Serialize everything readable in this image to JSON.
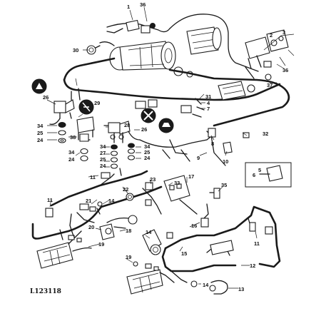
{
  "figure_code": "L123118",
  "callouts": {
    "c1": "1",
    "c2": "2",
    "c3": "3",
    "c36a": "36",
    "c36b": "36",
    "c30": "30",
    "c37": "37",
    "c31": "31",
    "c4": "4",
    "c7": "7",
    "c26a": "26",
    "c26b": "26",
    "c29": "29",
    "c38": "38",
    "c28": "28",
    "c34a": "34",
    "c25a": "25",
    "c24a": "24",
    "c34b": "34",
    "c27": "27",
    "c25b": "25",
    "c24b": "24",
    "c34c": "34",
    "c34d": "34",
    "c25c": "25",
    "c24c": "24",
    "c8": "8",
    "c9": "9",
    "c10": "10",
    "c32": "32",
    "c5": "5",
    "c6": "6",
    "c11a": "11",
    "c11b": "11",
    "c11c": "11",
    "c22": "22",
    "c23": "23",
    "c33": "33",
    "c17": "17",
    "c35": "35",
    "c21": "21",
    "c14a": "14",
    "c14b": "14",
    "c14c": "14",
    "c20": "20",
    "c18": "18",
    "c19a": "19",
    "c19b": "19",
    "c15": "15",
    "c16": "16",
    "c12": "12",
    "c13": "13"
  }
}
